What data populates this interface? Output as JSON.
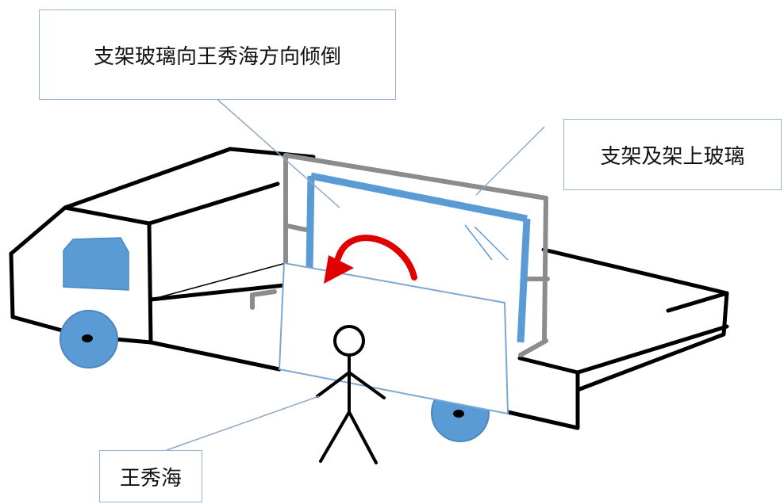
{
  "labels": {
    "tilt_note": "支架玻璃向王秀海方向倾倒",
    "rack_glass": "支架及架上玻璃",
    "person": "王秀海"
  },
  "colors": {
    "outline": "#000000",
    "rack": "#8c8c8c",
    "glass_edge": "#5b9bd5",
    "wheel": "#5b9bd5",
    "window": "#5b9bd5",
    "arrow": "#e00000",
    "leader": "#8fa8c4"
  },
  "icons": {
    "rotation": "curved-arrow-icon",
    "person": "stick-figure-icon"
  }
}
